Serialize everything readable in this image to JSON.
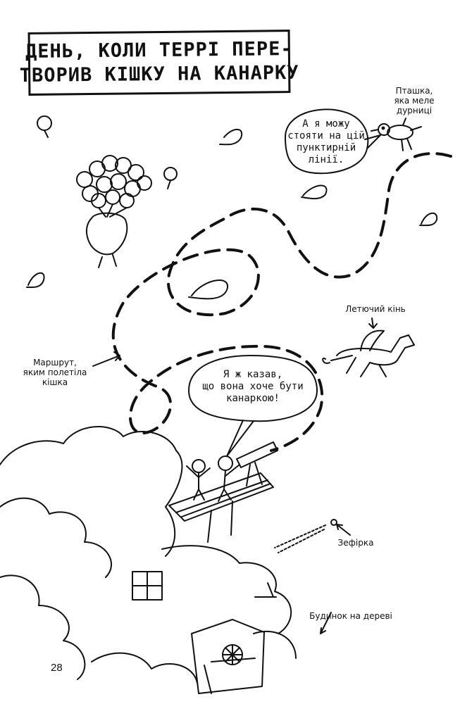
{
  "title": {
    "line1": "ДЕНЬ, КОЛИ ТЕРРІ ПЕРЕ-",
    "line2": "ТВОРИВ КІШКУ НА КАНАРКУ"
  },
  "bubbles": {
    "bird_speech": [
      "А я можу",
      "стояти на цій",
      "пунктирній",
      "лінії."
    ],
    "terry_speech": [
      "Я ж казав,",
      "що вона хоче бути",
      "канаркою!"
    ]
  },
  "labels": {
    "bird": [
      "Пташка,",
      "яка меле",
      "дурниці"
    ],
    "route": [
      "Маршрут,",
      "яким полетіла",
      "кішка"
    ],
    "horse": "Летючий кінь",
    "zefirka": "Зефірка",
    "treehouse": "Будинок на дереві"
  },
  "page_number": "28",
  "icons": [
    "balloon-cluster-icon",
    "bird-icon",
    "flying-horse-icon",
    "telescope-icon",
    "tree-house-icon"
  ],
  "colors": {
    "ink": "#111111",
    "paper": "#ffffff"
  }
}
